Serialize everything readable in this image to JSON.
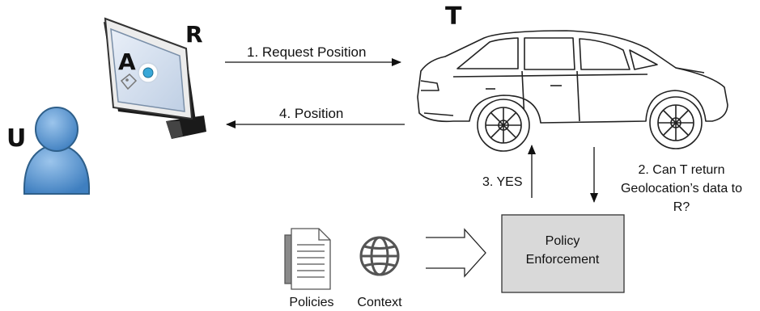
{
  "actors": {
    "user": "U",
    "requester": "R",
    "target": "T",
    "app": "A"
  },
  "arrows": {
    "request": "1. Request Position",
    "position": "4. Position",
    "yes": "3. YES",
    "question_lines": [
      "2. Can T return",
      "Geolocation’s data to",
      "R?"
    ]
  },
  "policy_box": {
    "lines": [
      "Policy",
      "Enforcement"
    ]
  },
  "inputs": {
    "policies": "Policies",
    "context": "Context"
  },
  "colors": {
    "user_blue": "#5b9bd5",
    "user_outline": "#2e5f8a",
    "policy_box_fill": "#d9d9d9",
    "monitor_frame": "#e8e8e8",
    "screen_fill": "#dce6f2",
    "location_dot": "#39a8d8",
    "icon_gray": "#555555"
  },
  "icons": {
    "user": "user-person-icon",
    "monitor": "monitor-icon",
    "car": "car-suv-icon",
    "documents": "documents-icon",
    "globe": "globe-icon"
  }
}
